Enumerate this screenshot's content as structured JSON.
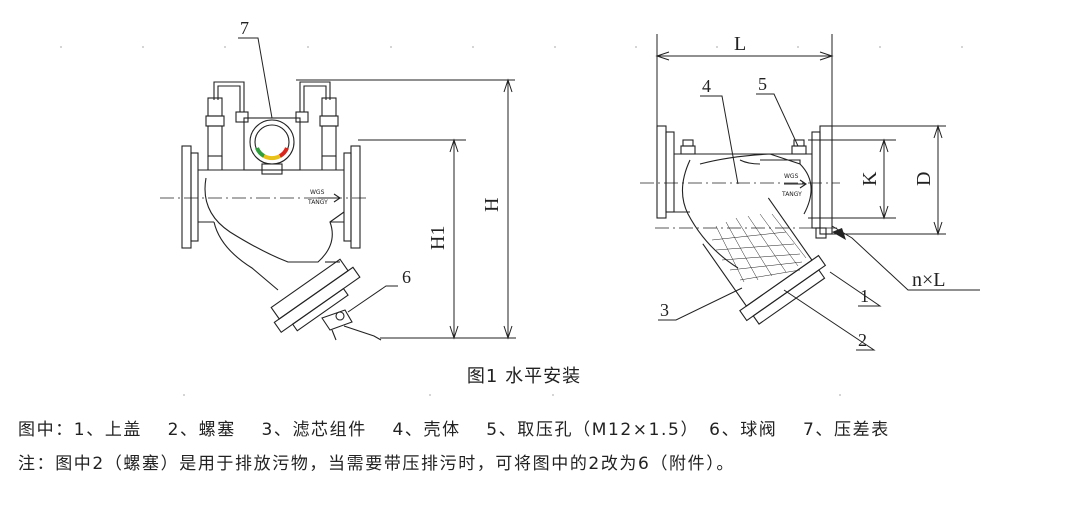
{
  "left_view": {
    "callout_7": "7",
    "callout_6": "6",
    "dim_h1": "H1",
    "dim_h": "H",
    "nameplate_line1": "WGS",
    "nameplate_line2": "TANGY"
  },
  "right_view": {
    "dim_l": "L",
    "dim_k": "K",
    "dim_d": "D",
    "dim_nxl": "n×L",
    "callout_4": "4",
    "callout_5": "5",
    "callout_3": "3",
    "callout_1": "1",
    "callout_2": "2",
    "nameplate_line1": "WGS",
    "nameplate_line2": "TANGY"
  },
  "figure_caption": "图1 水平安装",
  "legend": {
    "line1": "图中：1、上盖　 2、螺塞　 3、滤芯组件　 4、壳体　 5、取压孔（M12×1.5）　6、球阀　 7、压差表",
    "line2": "注：图中2（螺塞）是用于排放污物，当需要带压排污时，可将图中的2改为6（附件）。"
  },
  "colors": {
    "line": "#222222",
    "gauge_green": "#2e9e3a",
    "gauge_yellow": "#e8c21a",
    "gauge_red": "#d8261c"
  }
}
